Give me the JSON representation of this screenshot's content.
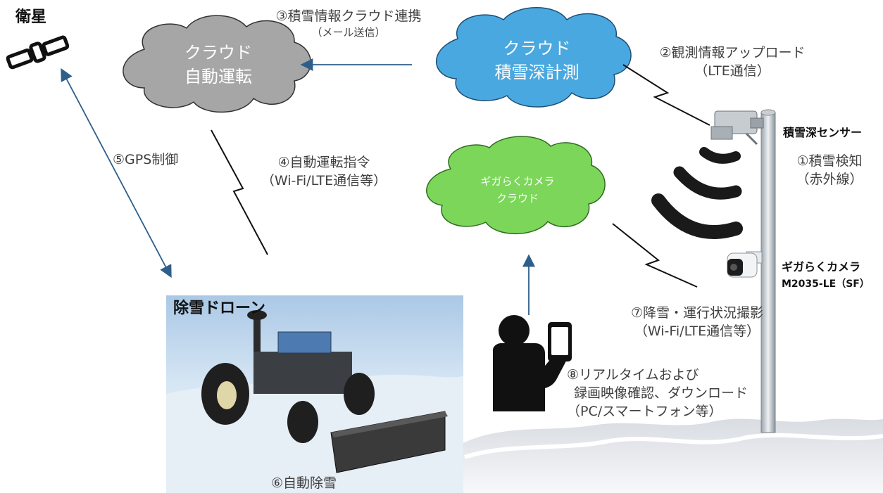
{
  "satellite": {
    "label": "衛星"
  },
  "clouds": {
    "auto_drive": {
      "line1": "クラウド",
      "line2": "自動運転",
      "color": "#a6a6a6"
    },
    "snow_depth": {
      "line1": "クラウド",
      "line2": "積雪深計測",
      "color": "#4aa8e0"
    },
    "gigaraku": {
      "line1": "ギガらくカメラ",
      "line2": "クラウド",
      "color": "#7cd65a"
    }
  },
  "steps": {
    "s1": {
      "line1": "①積雪検知",
      "line2": "（赤外線）"
    },
    "s2": {
      "line1": "②観測情報アップロード",
      "line2": "（LTE通信）"
    },
    "s3": {
      "line1": "③積雪情報クラウド連携",
      "line2": "（メール送信）"
    },
    "s4": {
      "line1": "④自動運転指令",
      "line2": "（Wi-Fi/LTE通信等）"
    },
    "s5": {
      "line1": "⑤GPS制御"
    },
    "s6": {
      "line1": "⑥自動除雪"
    },
    "s7": {
      "line1": "⑦降雪・運行状況撮影",
      "line2": "（Wi-Fi/LTE通信等）"
    },
    "s8": {
      "line1": "⑧リアルタイムおよび",
      "line2": "録画映像確認、ダウンロード",
      "line3": "（PC/スマートフォン等）"
    }
  },
  "devices": {
    "sensor": {
      "label": "積雪深センサー"
    },
    "camera": {
      "line1": "ギガらくカメラ",
      "line2": "M2035-LE（SF）"
    }
  },
  "drone": {
    "label": "除雪ドローン"
  },
  "colors": {
    "arrow": "#2e5f8a",
    "lightning": "#111111",
    "snow": "#e9ebee",
    "photo_sky": "#bcd6ee"
  }
}
